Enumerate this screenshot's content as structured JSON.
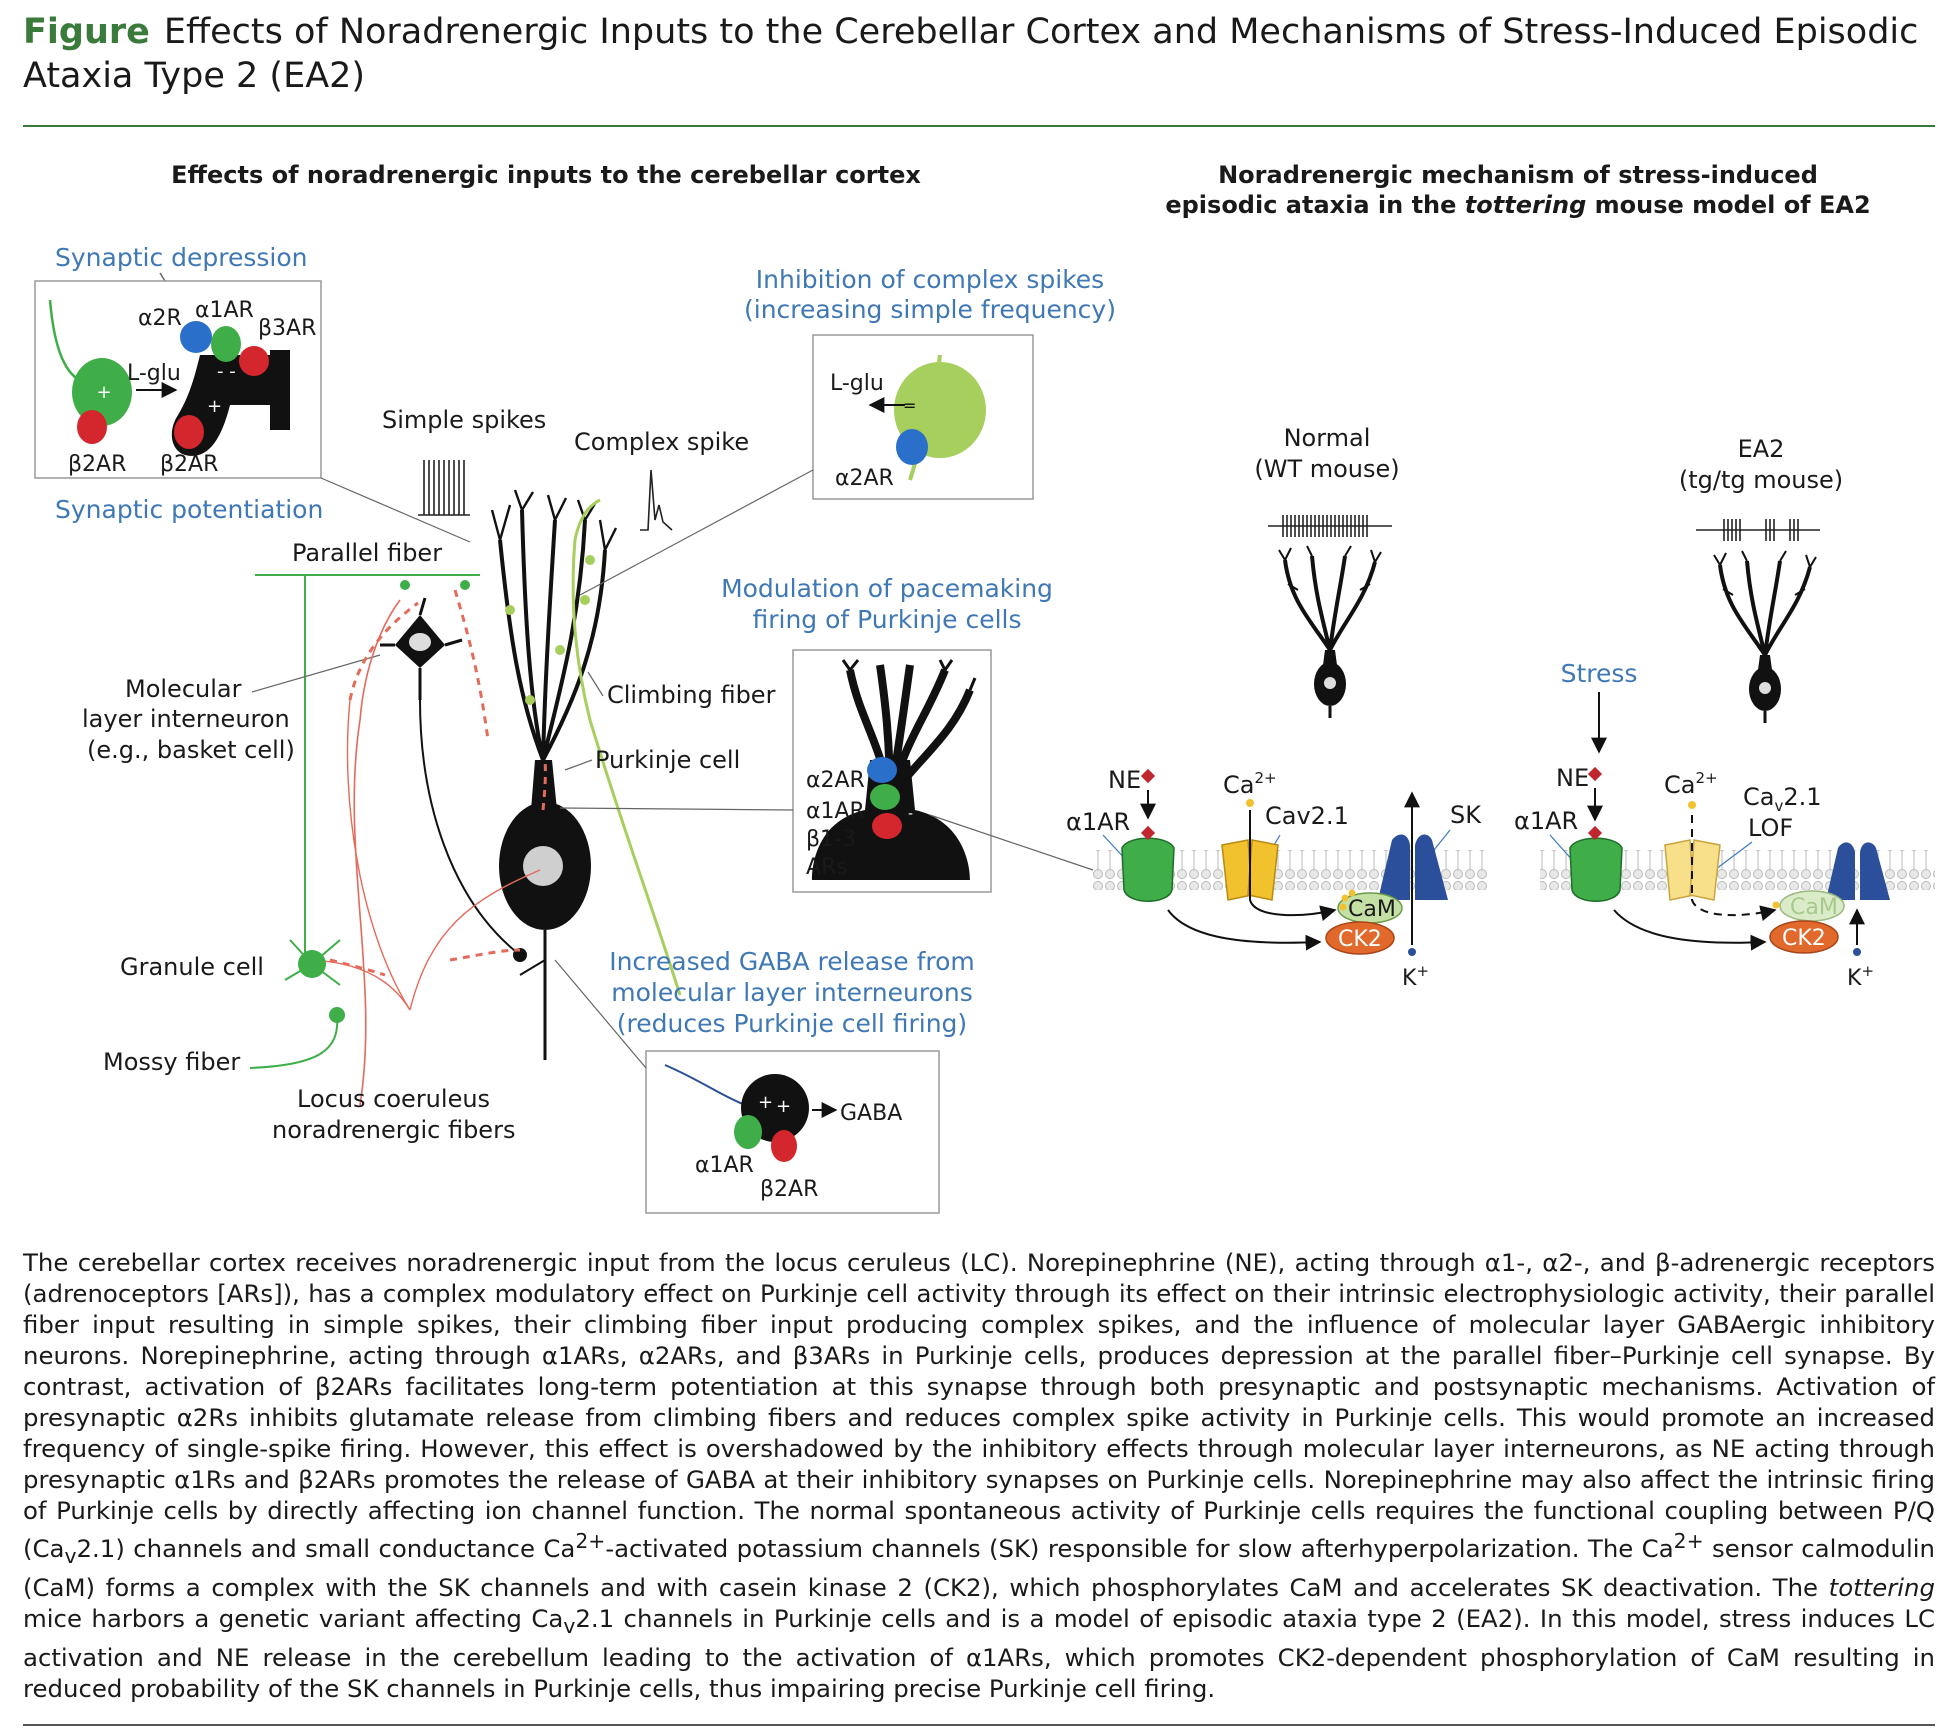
{
  "figure": {
    "label": "Figure",
    "title": "Effects of Noradrenergic Inputs to the Cerebellar Cortex and Mechanisms of Stress-Induced Episodic Ataxia Type 2 (EA2)"
  },
  "left_panel": {
    "heading": "Effects of noradrenergic inputs to the cerebellar cortex",
    "synaptic_depression": "Synaptic depression",
    "synaptic_potentiation": "Synaptic potentiation",
    "box1": {
      "a2r": "α2R",
      "a1ar": "α1AR",
      "b3ar": "β3AR",
      "lglu": "L-glu",
      "b2ar_left": "β2AR",
      "b2ar_right": "β2AR"
    },
    "simple_spikes": "Simple spikes",
    "complex_spike": "Complex spike",
    "parallel_fiber": "Parallel fiber",
    "interneuron_l1": "Molecular",
    "interneuron_l2": "layer interneuron",
    "interneuron_l3": "(e.g., basket cell)",
    "climbing_fiber": "Climbing fiber",
    "purkinje_cell": "Purkinje cell",
    "granule_cell": "Granule cell",
    "mossy_fiber": "Mossy fiber",
    "lc_l1": "Locus coeruleus",
    "lc_l2": "noradrenergic fibers",
    "inhibition_l1": "Inhibition of complex spikes",
    "inhibition_l2": "(increasing simple frequency)",
    "box2": {
      "lglu": "L-glu",
      "a2ar": "α2AR"
    },
    "modulation_l1": "Modulation of pacemaking",
    "modulation_l2": "firing of Purkinje cells",
    "box3": {
      "a2ar": "α2AR",
      "a1ar": "α1AR",
      "b13": "β1-3",
      "ars": "ARs"
    },
    "gaba_l1": "Increased GABA release from",
    "gaba_l2": "molecular layer interneurons",
    "gaba_l3": "(reduces Purkinje cell firing)",
    "box4": {
      "gaba": "GABA",
      "a1ar": "α1AR",
      "b2ar": "β2AR"
    }
  },
  "right_panel": {
    "heading_l1": "Noradrenergic mechanism of stress-induced",
    "heading_l2a": "episodic ataxia in the ",
    "heading_l2b": "tottering",
    "heading_l2c": " mouse model of EA2",
    "normal_l1": "Normal",
    "normal_l2": "(WT mouse)",
    "ea2_l1": "EA2",
    "ea2_l2": "(tg/tg mouse)",
    "stress": "Stress",
    "ne": "NE",
    "a1ar": "α1AR",
    "ca": "Ca",
    "ca_sup": "2+",
    "cav21": "Cav2.1",
    "cav21_b": "Ca",
    "cav21_sub": "v",
    "cav21_c": "2.1",
    "lof": "LOF",
    "sk": "SK",
    "cam": "CaM",
    "ck2": "CK2",
    "k": "K",
    "k_sup": "+"
  },
  "colors": {
    "title_green": "#3a7a3a",
    "label_blue": "#3f78b5",
    "receptor_green": "#3fae49",
    "receptor_blue": "#2a6fc9",
    "receptor_red": "#d3262d",
    "channel_yellow": "#f2c12e",
    "sk_blue": "#2b4f9a",
    "ck2_orange": "#e0692b",
    "cam_green": "#c5e0a5",
    "fiber_red": "#e46a5a",
    "fiber_lightgreen": "#a6cf5e"
  },
  "caption": {
    "p1": "The cerebellar cortex receives noradrenergic input from the locus ceruleus (LC). Norepinephrine (NE), acting through α1-, α2-, and β-adrenergic receptors (adrenoceptors [ARs]), has a complex modulatory effect on Purkinje cell activity through its effect on their intrinsic electrophysiologic activity, their parallel fiber input resulting in simple spikes, their climbing fiber input producing complex spikes, and the influence of molecular layer GABAergic inhibitory neurons. Norepinephrine, acting through α1ARs, α2ARs, and β3ARs in Purkinje cells, produces depression at the parallel fiber–Purkinje cell synapse. By contrast, activation of β2ARs facilitates long-term potentiation at this synapse through both presynaptic and postsynaptic mechanisms. Activation of presynaptic α2Rs inhibits glutamate release from climbing fibers and reduces complex spike activity in Purkinje cells. This would promote an increased frequency of single-spike firing. However, this effect is overshadowed by the inhibitory effects through molecular layer interneurons, as NE acting through presynaptic α1Rs and β2ARs promotes the release of GABA at their inhibitory synapses on Purkinje cells. Norepinephrine may also affect the intrinsic firing of Purkinje cells by directly affecting ion channel function. The normal spontaneous activity of Purkinje cells requires the functional coupling between P/Q (Ca",
    "sub_v": "v",
    "p2": "2.1) channels and small conductance Ca",
    "sup_2": "2+",
    "p3": "-activated potassium channels (SK) responsible for slow afterhyperpolarization. The Ca",
    "p4": " sensor calmodulin (CaM) forms a complex with the SK channels and with casein kinase 2 (CK2), which phosphorylates CaM and accelerates SK deactivation. The ",
    "tottering": "tottering",
    "p5": " mice harbors a genetic variant affecting Ca",
    "p6": "2.1 channels in Purkinje cells and is a model of episodic ataxia type 2 (EA2). In this model, stress induces LC activation and NE release in the cerebellum leading to the activation of α1ARs, which promotes CK2-dependent phosphorylation of CaM resulting in reduced probability of the SK channels in Purkinje cells, thus impairing precise Purkinje cell firing."
  }
}
